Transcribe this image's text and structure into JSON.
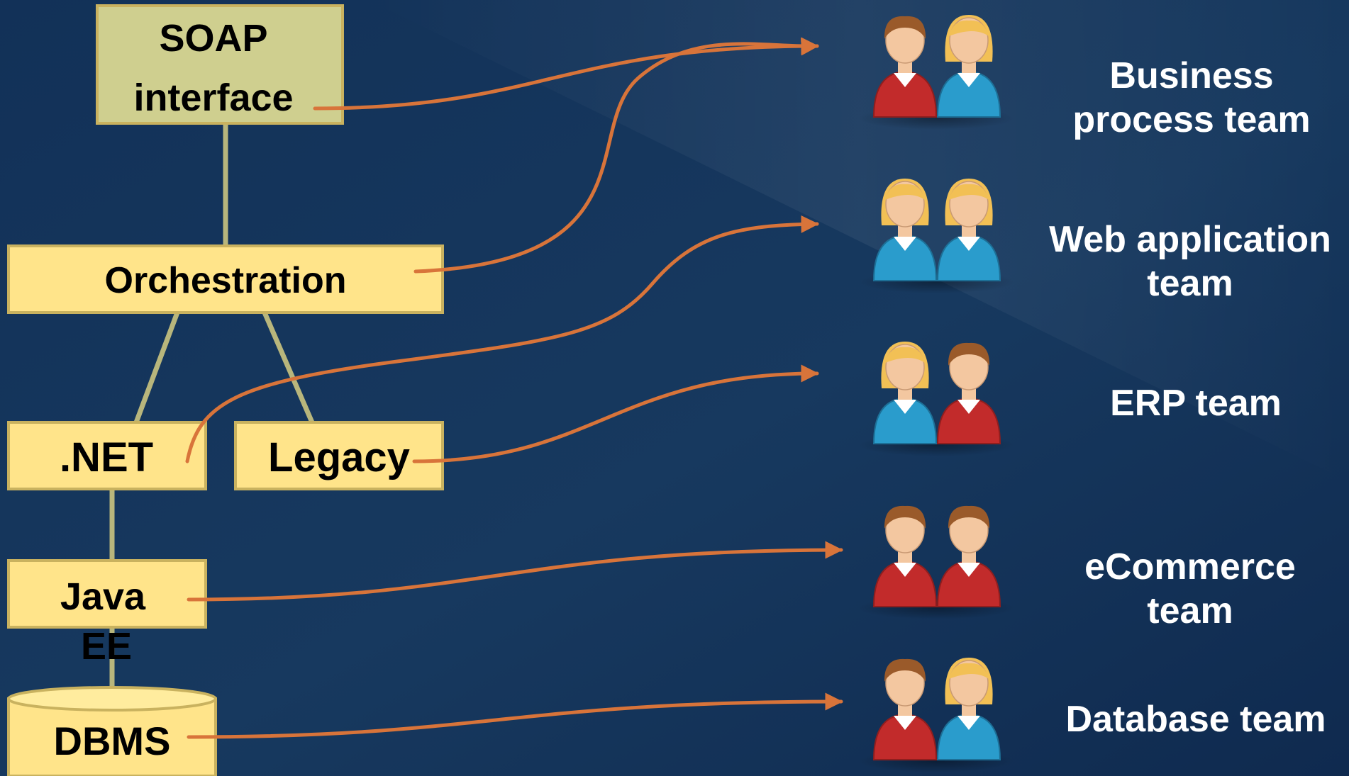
{
  "diagram": {
    "components": [
      {
        "id": "soap",
        "lines": [
          "SOAP",
          "interface"
        ]
      },
      {
        "id": "orchestration",
        "lines": [
          "Orchestration"
        ]
      },
      {
        "id": "dotnet",
        "lines": [
          ".NET"
        ]
      },
      {
        "id": "legacy",
        "lines": [
          "Legacy"
        ]
      },
      {
        "id": "java",
        "lines": [
          "Java",
          "EE"
        ]
      },
      {
        "id": "dbms",
        "lines": [
          "DBMS"
        ]
      }
    ],
    "teams": [
      {
        "id": "business",
        "lines": [
          "Business",
          "process team"
        ],
        "people": [
          "male",
          "female"
        ]
      },
      {
        "id": "webapp",
        "lines": [
          "Web application",
          "team"
        ],
        "people": [
          "female",
          "female"
        ]
      },
      {
        "id": "erp",
        "lines": [
          "ERP team"
        ],
        "people": [
          "female",
          "male"
        ]
      },
      {
        "id": "ecommerce",
        "lines": [
          "eCommerce",
          "team"
        ],
        "people": [
          "male",
          "male"
        ]
      },
      {
        "id": "database",
        "lines": [
          "Database team"
        ],
        "people": [
          "male",
          "female"
        ]
      }
    ],
    "hierarchy": [
      [
        "soap",
        "orchestration"
      ],
      [
        "orchestration",
        "dotnet"
      ],
      [
        "orchestration",
        "legacy"
      ],
      [
        "dotnet",
        "java"
      ],
      [
        "java",
        "dbms"
      ]
    ],
    "ownership": [
      [
        "soap",
        "business"
      ],
      [
        "orchestration",
        "business"
      ],
      [
        "dotnet",
        "webapp"
      ],
      [
        "legacy",
        "erp"
      ],
      [
        "java",
        "ecommerce"
      ],
      [
        "dbms",
        "database"
      ]
    ],
    "colors": {
      "background": "#14345c",
      "soap_box": "#cfcf8f",
      "box": "#ffe48a",
      "box_border": "#c9b25f",
      "tree_line": "#b8b67c",
      "arrow": "#d8743a",
      "team_text": "#ffffff",
      "male_shirt": "#c22b2b",
      "female_shirt": "#2a9ccc",
      "male_hair": "#9a5a2a",
      "female_hair": "#f2c055",
      "skin": "#f3c7a0"
    }
  }
}
